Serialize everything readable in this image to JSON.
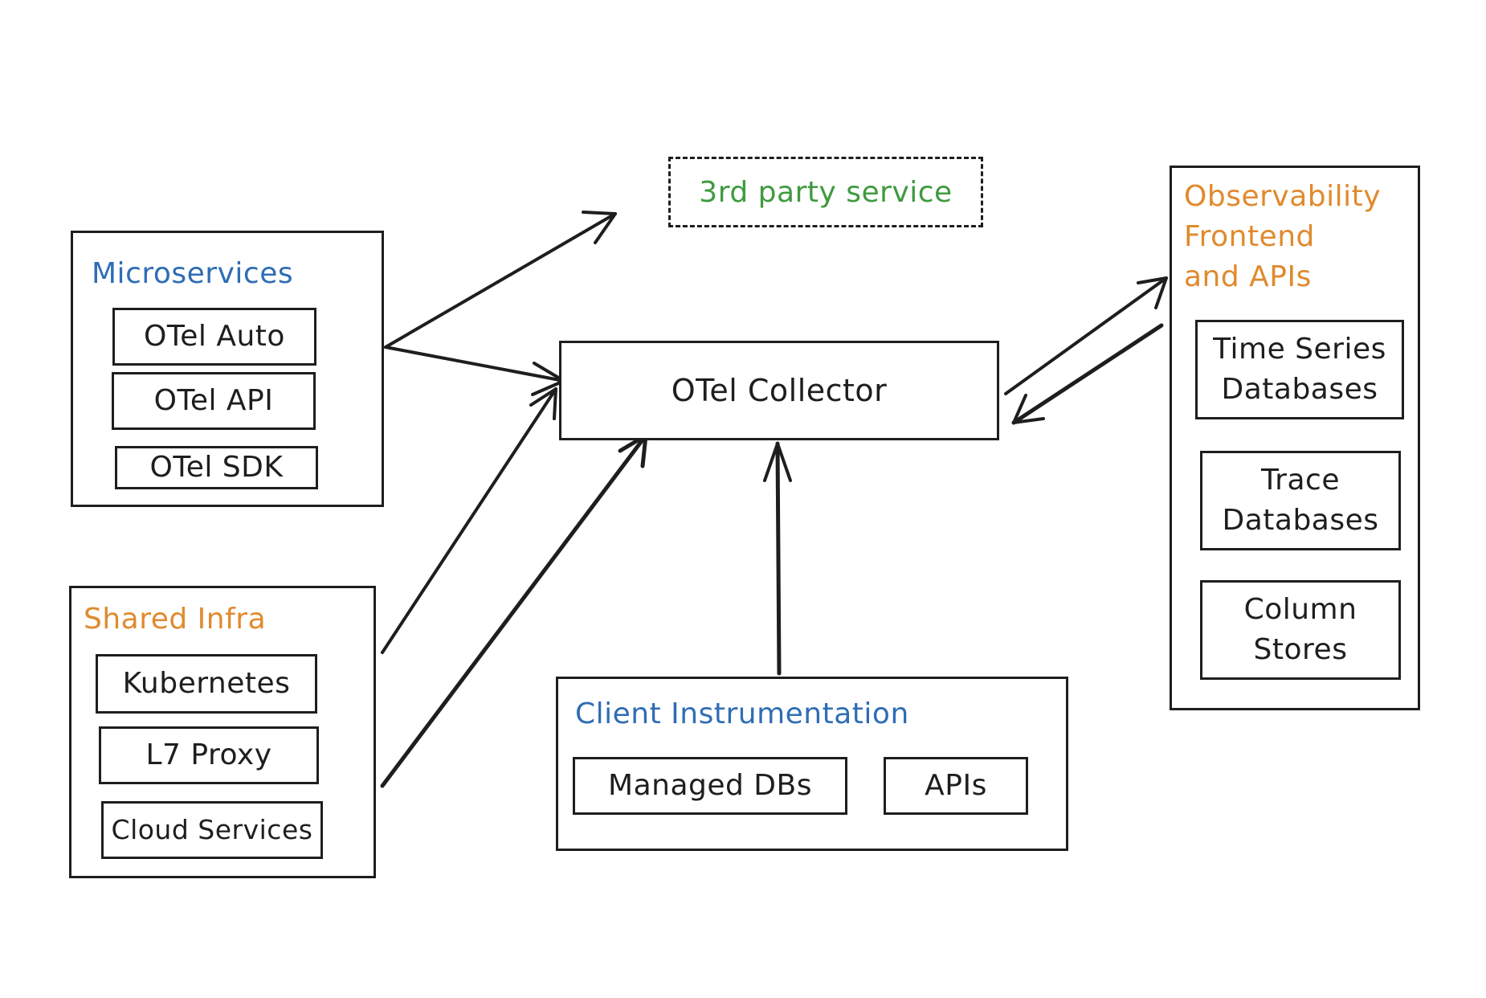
{
  "colors": {
    "stroke": "#1e1e1e",
    "blue": "#2f6db5",
    "orange": "#e08a2e",
    "green": "#3f9a3f"
  },
  "third_party": {
    "label": "3rd party service"
  },
  "collector": {
    "label": "OTel Collector"
  },
  "microservices": {
    "title": "Microservices",
    "items": [
      "OTel Auto",
      "OTel API",
      "OTel SDK"
    ]
  },
  "shared_infra": {
    "title": "Shared Infra",
    "items": [
      "Kubernetes",
      "L7 Proxy",
      "Cloud Services"
    ]
  },
  "client_instrumentation": {
    "title": "Client Instrumentation",
    "items": [
      "Managed DBs",
      "APIs"
    ]
  },
  "observability": {
    "title_lines": [
      "Observability",
      "Frontend",
      "and APIs"
    ],
    "items": [
      {
        "lines": [
          "Time Series",
          "Databases"
        ]
      },
      {
        "lines": [
          "Trace",
          "Databases"
        ]
      },
      {
        "lines": [
          "Column",
          "Stores"
        ]
      }
    ]
  }
}
